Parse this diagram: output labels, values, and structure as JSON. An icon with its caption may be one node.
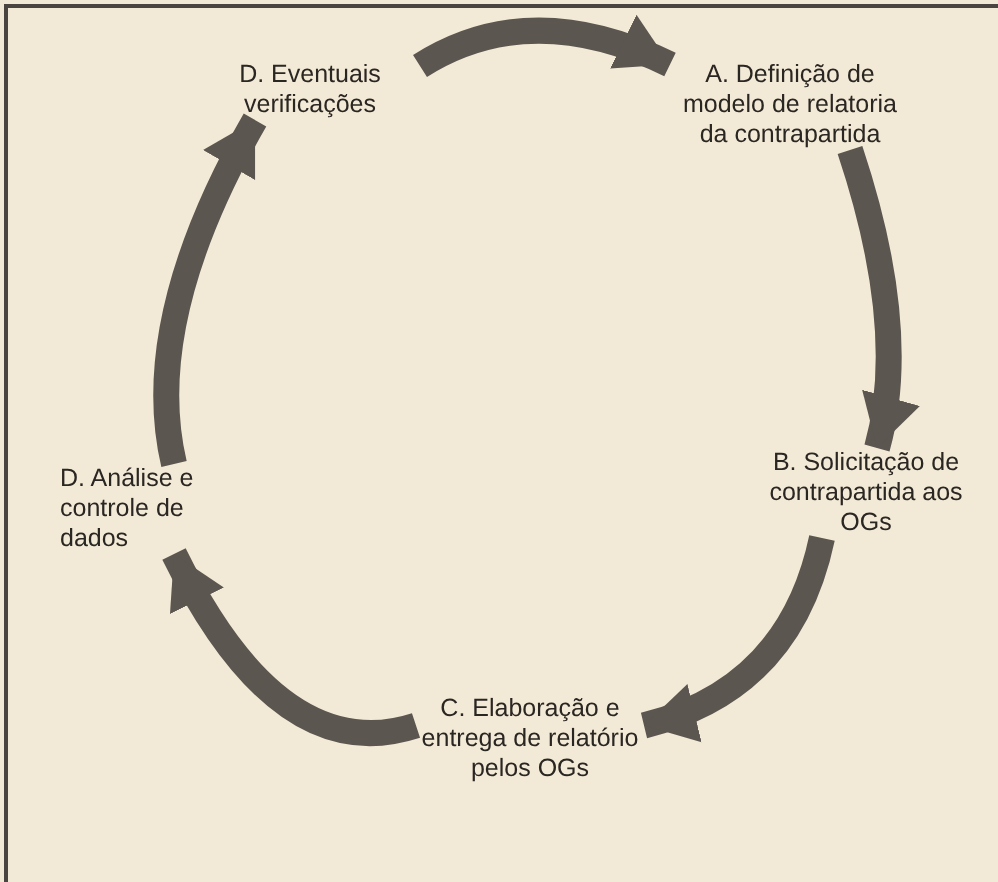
{
  "diagram": {
    "nodes": [
      {
        "text": [
          "A. Definição de modelo de relatoria da contrapartida"
        ]
      },
      {
        "text": [
          "B. Solicitação de contrapartida aos OGs"
        ]
      },
      {
        "text": [
          "C. Elaboração e entrega de relatório pelos OGs"
        ]
      },
      {
        "text": [
          "D. Análise e controle de dados"
        ]
      },
      {
        "text": [
          "D. Eventuais verificações"
        ]
      }
    ],
    "edges": [
      {
        "from": 4,
        "to": 0,
        "arrow": "to"
      },
      {
        "from": 0,
        "to": 1,
        "arrow": "to"
      },
      {
        "from": 1,
        "to": 2,
        "arrow": "to"
      },
      {
        "from": 2,
        "to": 3,
        "arrow": "to"
      },
      {
        "from": 3,
        "to": 4,
        "arrow": "to"
      }
    ]
  }
}
